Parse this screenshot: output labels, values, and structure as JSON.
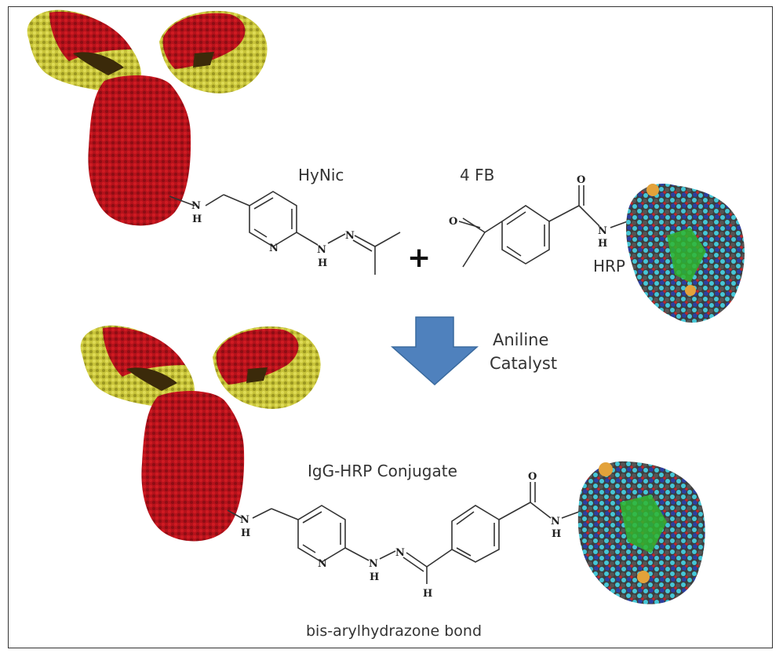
{
  "labels": {
    "hynic": "HyNic",
    "fourfb": "4 FB",
    "hrp": "HRP",
    "plus": "+",
    "catalyst_line1": "Aniline",
    "catalyst_line2": "Catalyst",
    "conjugate": "IgG-HRP Conjugate",
    "bond": "bis-arylhydrazone bond"
  },
  "atoms": {
    "nh_top": "N",
    "h_top": "H",
    "pyr_n_top": "N",
    "hydrazine_h_top": "H",
    "hydrazine_n1_top": "N",
    "hydrazine_n2_top": "N",
    "ketone_o": "O",
    "amide_o_top": "O",
    "amide_n_top": "N",
    "amide_h_top": "H",
    "nh_bot": "N",
    "h_bot": "H",
    "pyr_n_bot": "N",
    "hydrazine_h_bot": "H",
    "hydrazine_n1_bot": "N",
    "hydrazine_n2_bot": "N",
    "ch_h_bot": "H",
    "amide_o_bot": "O",
    "amide_n_bot": "N",
    "amide_h_bot": "H"
  },
  "colors": {
    "antibody_heavy": "#b5121b",
    "antibody_light": "#c8c43a",
    "arrow": "#4f81bd",
    "hrp_carbon": "#3d3d3d",
    "hrp_cyan": "#45c6d6",
    "hrp_green": "#2fb52f",
    "hrp_orange": "#e3a23a",
    "hrp_red": "#c0282a",
    "hrp_blue": "#2c3f9f"
  }
}
